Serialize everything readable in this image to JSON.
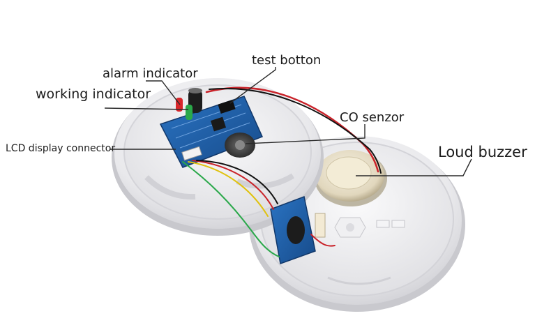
{
  "labels": {
    "alarm_indicator": "alarm indicator",
    "test_button": "test botton",
    "working_indicator": "working indicator",
    "lcd_connector": "LCD display connector",
    "co_sensor": "CO senzor",
    "loud_buzzer": "Loud buzzer"
  },
  "colors": {
    "housing": "#ececee",
    "pcb": "#1f5fa8",
    "led_red": "#d8262a",
    "led_green": "#2aa84a",
    "leader_line": "#2a2a2a"
  }
}
